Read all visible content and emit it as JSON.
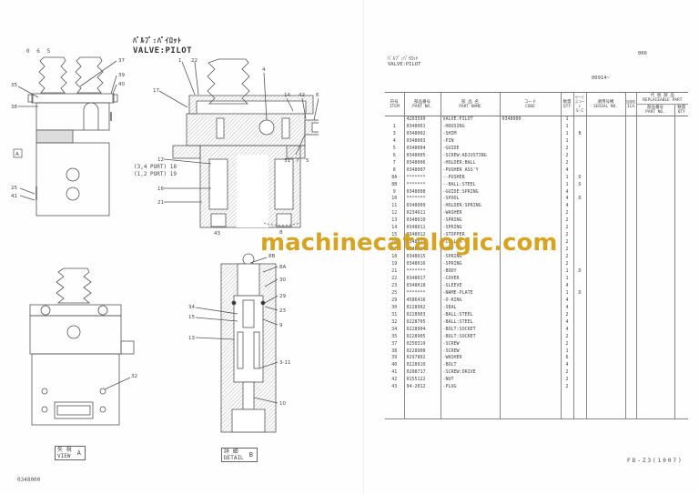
{
  "left_page": {
    "page_code": "0 6 5",
    "title_jp": "ﾊﾞﾙﾌﾞ:ﾊﾟｲﾛｯﾄ",
    "title_en": "VALVE:PILOT",
    "drawing_id": "0348000",
    "view_a_label": {
      "jp": "矢 視",
      "en": "VIEW",
      "letter": "A"
    },
    "detail_b_label": {
      "jp": "詳 細",
      "en": "DETAIL",
      "letter": "B"
    },
    "view_a_marker": "A",
    "port_labels": [
      "(3,4 PORT) 18",
      "(1,2 PORT) 19"
    ],
    "callouts_side_view": [
      "35",
      "38",
      "37",
      "39",
      "40",
      "25",
      "41"
    ],
    "callouts_section": [
      "1",
      "22",
      "4",
      "17",
      "14",
      "42",
      "6",
      "12",
      "16",
      "21",
      "31",
      "7",
      "5",
      "43",
      "8"
    ],
    "callouts_detail_b": [
      "8B",
      "8A",
      "30",
      "29",
      "23",
      "34",
      "15",
      "9",
      "13",
      "3-11",
      "10"
    ],
    "callouts_front_view": [
      "32"
    ]
  },
  "watermark": "machinecatalogic.com",
  "right_page": {
    "title_jp": "ﾊﾞﾙﾌﾞ:ﾊﾟｲﾛｯﾄ",
    "title_en": "VALVE:PILOT",
    "page_no": "066",
    "serial_range": "00914~",
    "footer": "FD-Z3(1007)",
    "table": {
      "headers": {
        "item": {
          "jp": "符号",
          "en": "ITEM"
        },
        "part_no": {
          "jp": "部品番号",
          "en": "PART NO."
        },
        "part_name": {
          "jp": "部 品 名",
          "en": "PART NAME"
        },
        "code": {
          "jp": "コード",
          "en": "CODE"
        },
        "qty": {
          "jp": "数量",
          "en": "QTY"
        },
        "sc": {
          "jp": "サービスコード",
          "en": "S-C"
        },
        "serial": {
          "jp": "適用号機",
          "en": "SERIAL NO."
        },
        "ica": {
          "jp": "互換性",
          "en": "ICA"
        },
        "replaceable": {
          "jp": "代 替 部 品",
          "en": "REPLACEABLE PART"
        },
        "rep_part_no": {
          "jp": "部品番号",
          "en": "PART NO."
        },
        "rep_qty": {
          "jp": "数量",
          "en": "QTY"
        }
      },
      "rows": [
        {
          "item": "",
          "part_no": "4203599",
          "name": "VALVE:PILOT",
          "code": "0348000",
          "qty": "1",
          "sc": ""
        },
        {
          "item": "1",
          "part_no": "0348001",
          "name": "-HOUSING",
          "code": "",
          "qty": "1",
          "sc": ""
        },
        {
          "item": "3",
          "part_no": "0348002",
          "name": "-SHIM",
          "code": "",
          "qty": "1",
          "sc": "B"
        },
        {
          "item": "4",
          "part_no": "0348003",
          "name": "-PIN",
          "code": "",
          "qty": "1",
          "sc": ""
        },
        {
          "item": "5",
          "part_no": "0348004",
          "name": "-GUIDE",
          "code": "",
          "qty": "2",
          "sc": ""
        },
        {
          "item": "6",
          "part_no": "0348005",
          "name": "-SCREW:ADJUSTING",
          "code": "",
          "qty": "2",
          "sc": ""
        },
        {
          "item": "7",
          "part_no": "0348006",
          "name": "-HOLDER:BALL",
          "code": "",
          "qty": "2",
          "sc": ""
        },
        {
          "item": "8",
          "part_no": "0348007",
          "name": "-PUSHER ASS'Y",
          "code": "",
          "qty": "4",
          "sc": ""
        },
        {
          "item": "8A",
          "part_no": "*******",
          "name": "--PUSHER",
          "code": "",
          "qty": "1",
          "sc": "D"
        },
        {
          "item": "8B",
          "part_no": "*******",
          "name": "--BALL:STEEL",
          "code": "",
          "qty": "1",
          "sc": "D"
        },
        {
          "item": "9",
          "part_no": "0348008",
          "name": "-GUIDE:SPRING",
          "code": "",
          "qty": "4",
          "sc": ""
        },
        {
          "item": "10",
          "part_no": "*******",
          "name": "-SPOOL",
          "code": "",
          "qty": "4",
          "sc": "D"
        },
        {
          "item": "11",
          "part_no": "0348009",
          "name": "-HOLDER:SPRING",
          "code": "",
          "qty": "4",
          "sc": ""
        },
        {
          "item": "12",
          "part_no": "0234611",
          "name": "-WASHER",
          "code": "",
          "qty": "2",
          "sc": ""
        },
        {
          "item": "13",
          "part_no": "0348010",
          "name": "-SPRING",
          "code": "",
          "qty": "2",
          "sc": ""
        },
        {
          "item": "14",
          "part_no": "0348011",
          "name": "-SPRING",
          "code": "",
          "qty": "2",
          "sc": ""
        },
        {
          "item": "15",
          "part_no": "0348012",
          "name": "-STOPPER",
          "code": "",
          "qty": "2",
          "sc": ""
        },
        {
          "item": "16",
          "part_no": "0348013",
          "name": "-COLLAR",
          "code": "",
          "qty": "2",
          "sc": ""
        },
        {
          "item": "17",
          "part_no": "0348014",
          "name": "-CAP",
          "code": "",
          "qty": "2",
          "sc": ""
        },
        {
          "item": "18",
          "part_no": "0348015",
          "name": "-SPRING",
          "code": "",
          "qty": "2",
          "sc": ""
        },
        {
          "item": "19",
          "part_no": "0348016",
          "name": "-SPRING",
          "code": "",
          "qty": "2",
          "sc": ""
        },
        {
          "item": "21",
          "part_no": "*******",
          "name": "-BODY",
          "code": "",
          "qty": "1",
          "sc": "D"
        },
        {
          "item": "22",
          "part_no": "0348017",
          "name": "-COVER",
          "code": "",
          "qty": "1",
          "sc": ""
        },
        {
          "item": "23",
          "part_no": "0348018",
          "name": "-SLEEVE",
          "code": "",
          "qty": "4",
          "sc": ""
        },
        {
          "item": "25",
          "part_no": "*******",
          "name": "-NAME-PLATE",
          "code": "",
          "qty": "1",
          "sc": "D"
        },
        {
          "item": "29",
          "part_no": "4586416",
          "name": "-O-RING",
          "code": "",
          "qty": "4",
          "sc": ""
        },
        {
          "item": "30",
          "part_no": "0228902",
          "name": "-SEAL",
          "code": "",
          "qty": "4",
          "sc": ""
        },
        {
          "item": "31",
          "part_no": "0228903",
          "name": "-BALL:STEEL",
          "code": "",
          "qty": "2",
          "sc": ""
        },
        {
          "item": "32",
          "part_no": "0228705",
          "name": "-BALL:STEEL",
          "code": "",
          "qty": "4",
          "sc": ""
        },
        {
          "item": "34",
          "part_no": "0228904",
          "name": "-BOLT:SOCKET",
          "code": "",
          "qty": "4",
          "sc": ""
        },
        {
          "item": "35",
          "part_no": "0228905",
          "name": "-BOLT:SOCKET",
          "code": "",
          "qty": "2",
          "sc": ""
        },
        {
          "item": "37",
          "part_no": "0250319",
          "name": "-SCREW",
          "code": "",
          "qty": "2",
          "sc": ""
        },
        {
          "item": "38",
          "part_no": "0228908",
          "name": "-SCREW",
          "code": "",
          "qty": "1",
          "sc": ""
        },
        {
          "item": "39",
          "part_no": "0297802",
          "name": "-WASHER",
          "code": "",
          "qty": "6",
          "sc": ""
        },
        {
          "item": "40",
          "part_no": "0228910",
          "name": "-BOLT",
          "code": "",
          "qty": "4",
          "sc": ""
        },
        {
          "item": "41",
          "part_no": "0208717",
          "name": "-SCREW:DRIVE",
          "code": "",
          "qty": "2",
          "sc": ""
        },
        {
          "item": "42",
          "part_no": "0155122",
          "name": "-NUT",
          "code": "",
          "qty": "2",
          "sc": ""
        },
        {
          "item": "43",
          "part_no": "94-2012",
          "name": "-PLUG",
          "code": "",
          "qty": "2",
          "sc": ""
        }
      ]
    }
  }
}
